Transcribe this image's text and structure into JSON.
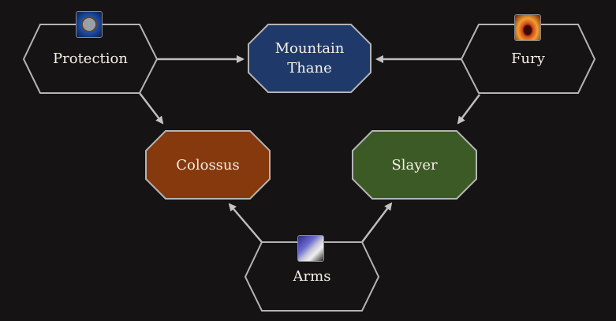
{
  "nodes": {
    "protection": {
      "label": "Protection",
      "icon": "shield-icon",
      "fill": "#151314"
    },
    "fury": {
      "label": "Fury",
      "icon": "fury-icon",
      "fill": "#151314"
    },
    "arms": {
      "label": "Arms",
      "icon": "axe-icon",
      "fill": "#151314"
    },
    "mountain_thane": {
      "label_line1": "Mountain",
      "label_line2": "Thane",
      "fill": "#1f3a6a"
    },
    "colossus": {
      "label": "Colossus",
      "fill": "#86390d"
    },
    "slayer": {
      "label": "Slayer",
      "fill": "#3c5a25"
    }
  },
  "edges": [
    {
      "from": "Protection",
      "to": "Mountain Thane"
    },
    {
      "from": "Protection",
      "to": "Colossus"
    },
    {
      "from": "Fury",
      "to": "Mountain Thane"
    },
    {
      "from": "Fury",
      "to": "Slayer"
    },
    {
      "from": "Arms",
      "to": "Colossus"
    },
    {
      "from": "Arms",
      "to": "Slayer"
    }
  ],
  "colors": {
    "background": "#151314",
    "stroke": "#b8b8b8"
  }
}
